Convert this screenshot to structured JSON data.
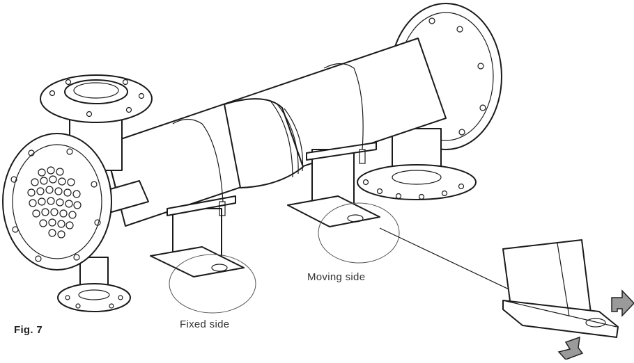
{
  "figure": {
    "number_label": "Fig. 7",
    "fixed_side_label": "Fixed side",
    "moving_side_label": "Moving side"
  },
  "icons": {
    "heat_exchanger": "heat-exchanger-illustration",
    "arrows": [
      "arrow-up-icon",
      "arrow-down-icon"
    ]
  },
  "colors": {
    "line": "#1a1a1a",
    "arrow_fill": "#9a9a9a",
    "arrow_dark": "#222222"
  }
}
